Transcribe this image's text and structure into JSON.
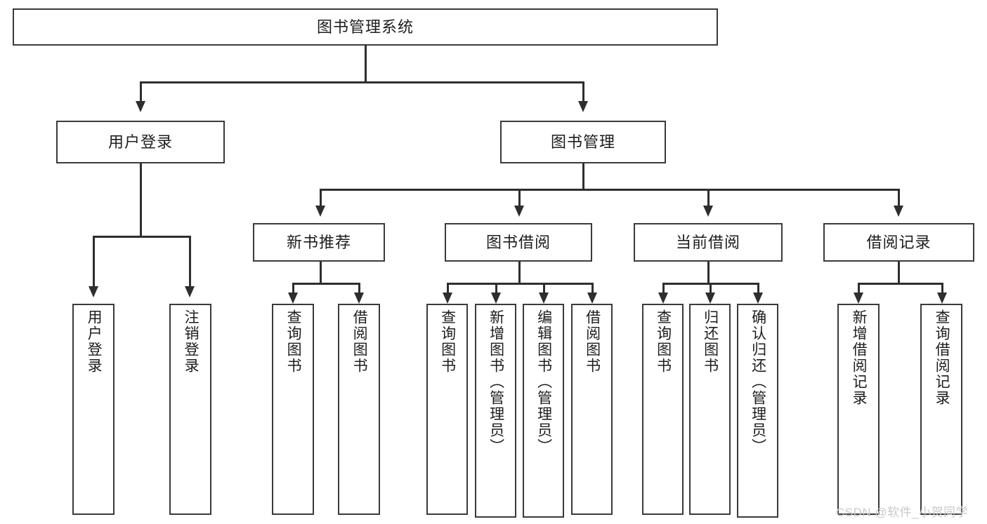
{
  "diagram": {
    "type": "tree",
    "title": "图书管理系统",
    "root": {
      "label": "图书管理系统"
    },
    "level2": [
      {
        "label": "用户登录"
      },
      {
        "label": "图书管理"
      }
    ],
    "level3": [
      {
        "label": "新书推荐"
      },
      {
        "label": "图书借阅"
      },
      {
        "label": "当前借阅"
      },
      {
        "label": "借阅记录"
      }
    ],
    "leaves": {
      "user_login": [
        {
          "label": "用户登录"
        },
        {
          "label": "注销登录"
        }
      ],
      "new_book_recommend": [
        {
          "label": "查询图书"
        },
        {
          "label": "借阅图书"
        }
      ],
      "book_borrow": [
        {
          "label": "查询图书"
        },
        {
          "label": "新增图书（管理员）"
        },
        {
          "label": "编辑图书（管理员）"
        },
        {
          "label": "借阅图书"
        }
      ],
      "current_borrow": [
        {
          "label": "查询图书"
        },
        {
          "label": "归还图书"
        },
        {
          "label": "确认归还（管理员）"
        }
      ],
      "borrow_record": [
        {
          "label": "新增借阅记录"
        },
        {
          "label": "查询借阅记录"
        }
      ]
    }
  },
  "watermark": {
    "text": "CSDN @软件_小贺同学"
  },
  "colors": {
    "box_border": "#3a3a3a",
    "line": "#2e2e2e",
    "background": "#ffffff",
    "text": "#1d1d1d",
    "watermark": "#c9c9c9"
  }
}
